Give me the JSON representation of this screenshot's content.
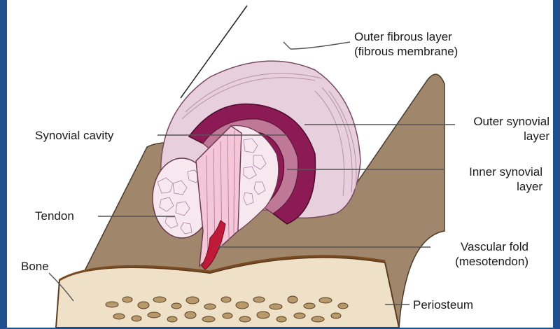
{
  "labels": {
    "outer_fibrous": [
      "Outer fibrous layer",
      "(fibrous membrane)"
    ],
    "synovial_cavity": "Synovial cavity",
    "outer_synovial": [
      "Outer synovial",
      "layer"
    ],
    "inner_synovial": [
      "Inner synovial",
      "layer"
    ],
    "tendon": "Tendon",
    "vascular_fold": [
      "Vascular fold",
      "(mesotendon)"
    ],
    "bone": "Bone",
    "periosteum": "Periosteum"
  },
  "colors": {
    "frame_border": "#1f4f8f",
    "fibrous": "#e8cfdd",
    "synovial_dark": "#8c1a55",
    "tendon_pink": "#f3c6d8",
    "bone_tan": "#a0866a",
    "bone_marrow": "#efe0c8"
  }
}
